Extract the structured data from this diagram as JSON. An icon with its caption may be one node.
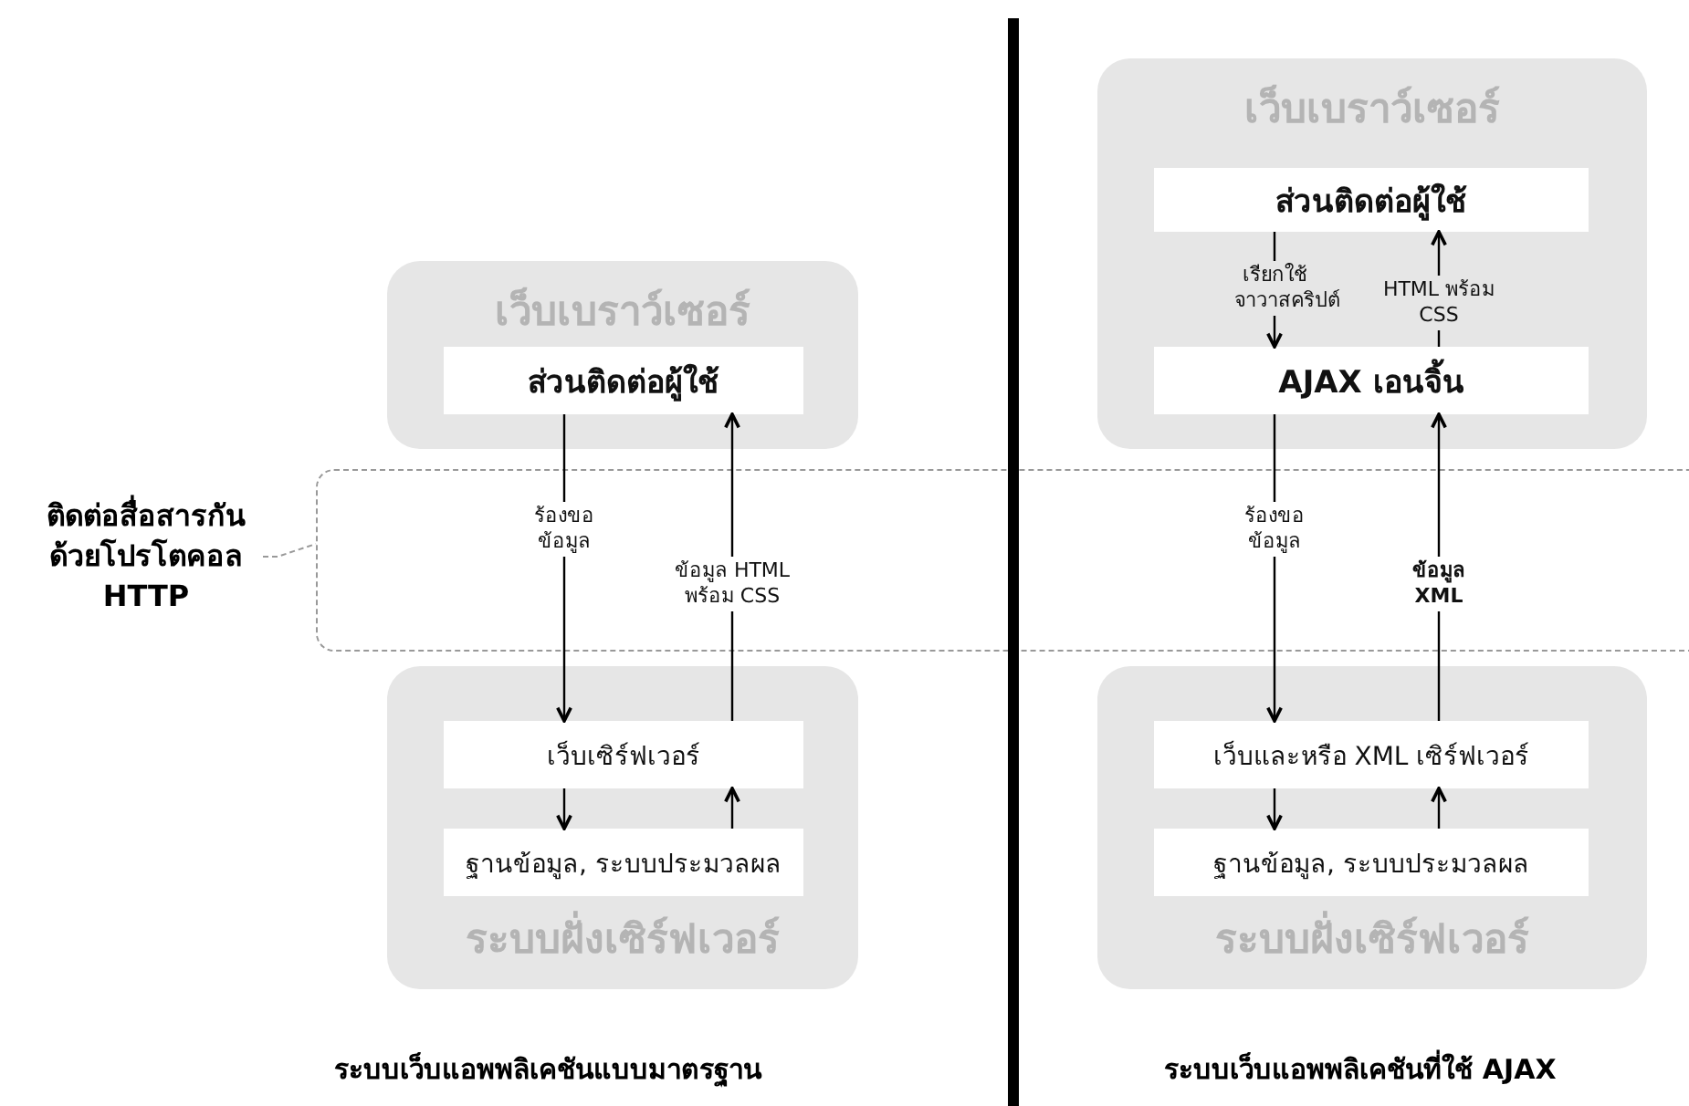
{
  "diagram": {
    "nodes": [
      {
        "text": [
          "เว็บเบราว์เซอร์"
        ]
      },
      {
        "text": [
          "ส่วนติดต่อผู้ใช้"
        ],
        "in": 0
      },
      {
        "text": [
          "ติดต่อสื่อสารกัน ด้วยโปรโตคอล HTTP"
        ]
      },
      {
        "text": [
          "ระบบฝั่งเซิร์ฟเวอร์"
        ]
      },
      {
        "text": [
          "เว็บเซิร์ฟเวอร์"
        ],
        "in": 3
      },
      {
        "text": [
          "ฐานข้อมูล, ระบบประมวลผล"
        ],
        "in": 3
      },
      {
        "text": [
          "เว็บเบราว์เซอร์"
        ]
      },
      {
        "text": [
          "ส่วนติดต่อผู้ใช้"
        ],
        "in": 6
      },
      {
        "text": [
          "AJAX เอนจิ้น"
        ],
        "in": 6
      },
      {
        "text": [
          "ระบบฝั่งเซิร์ฟเวอร์"
        ]
      },
      {
        "text": [
          "เว็บและหรือ XML เซิร์ฟเวอร์"
        ],
        "in": 9
      },
      {
        "text": [
          "ฐานข้อมูล, ระบบประมวลผล"
        ],
        "in": 9
      }
    ],
    "edges": [
      {
        "from": 1,
        "to": 4,
        "arrow": "to",
        "label": "ร้องขอ ข้อมูล"
      },
      {
        "from": 4,
        "to": 1,
        "arrow": "to",
        "label": "ข้อมูล HTML พร้อม CSS"
      },
      {
        "from": 4,
        "to": 5,
        "arrow": "to"
      },
      {
        "from": 5,
        "to": 4,
        "arrow": "to"
      },
      {
        "from": 7,
        "to": 8,
        "arrow": "to",
        "label": "เรียกใช้ จาวาสคริปต์"
      },
      {
        "from": 8,
        "to": 7,
        "arrow": "to",
        "label": "HTML พร้อม CSS"
      },
      {
        "from": 8,
        "to": 10,
        "arrow": "to",
        "label": "ร้องขอ ข้อมูล"
      },
      {
        "from": 10,
        "to": 8,
        "arrow": "to",
        "label": "ข้อมูล XML"
      },
      {
        "from": 10,
        "to": 11,
        "arrow": "to"
      },
      {
        "from": 11,
        "to": 10,
        "arrow": "to"
      },
      {
        "from": 2,
        "to": null,
        "arrow": "none",
        "style": "dashed",
        "color": "#999999"
      }
    ],
    "labels": [
      "ระบบเว็บแอพพลิเคชันแบบมาตรฐาน",
      "ระบบเว็บแอพพลิเคชันที่ใช้ AJAX"
    ]
  }
}
